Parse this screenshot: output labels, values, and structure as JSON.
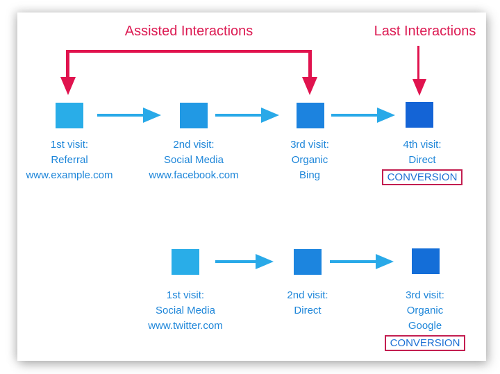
{
  "titles": {
    "assisted": "Assisted Interactions",
    "last": "Last Interactions"
  },
  "colors": {
    "crimson_accent": "#e0134e",
    "flow_arrow_blue": "#29a9e8",
    "label_blue": "#1e86d9",
    "conversion_text_blue": "#1c6fd4",
    "conversion_border": "#c31e50",
    "card_background": "#ffffff"
  },
  "rows": [
    {
      "name": "top-journey",
      "steps": [
        {
          "color": "#29ade8",
          "label_lines": [
            "1st visit:",
            "Referral",
            "www.example.com"
          ]
        },
        {
          "color": "#2199e4",
          "label_lines": [
            "2nd visit:",
            "Social Media",
            "www.facebook.com"
          ]
        },
        {
          "color": "#1c83df",
          "label_lines": [
            "3rd visit:",
            "Organic",
            "Bing"
          ]
        },
        {
          "color": "#1464d6",
          "label_lines": [
            "4th visit:",
            "Direct"
          ],
          "conversion_label": "CONVERSION"
        }
      ]
    },
    {
      "name": "bottom-journey",
      "steps": [
        {
          "color": "#29ade8",
          "label_lines": [
            "1st visit:",
            "Social Media",
            "www.twitter.com"
          ]
        },
        {
          "color": "#1c85df",
          "label_lines": [
            "2nd visit:",
            "Direct"
          ]
        },
        {
          "color": "#146ed8",
          "label_lines": [
            "3rd visit:",
            "Organic",
            "Google"
          ],
          "conversion_label": "CONVERSION"
        }
      ]
    }
  ]
}
